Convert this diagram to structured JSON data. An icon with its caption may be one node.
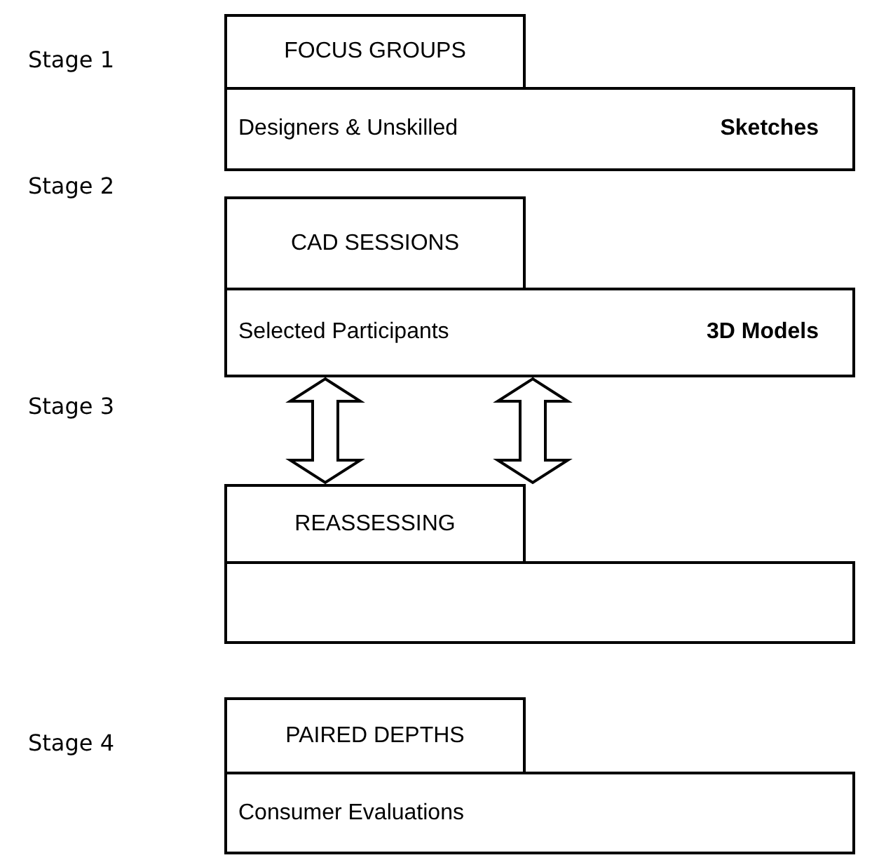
{
  "diagram": {
    "nodes": [
      {
        "text": [
          "FOCUS GROUPS"
        ]
      },
      {
        "text": [
          "Designers & Unskilled",
          "Sketches"
        ]
      },
      {
        "text": [
          "CAD SESSIONS"
        ]
      },
      {
        "text": [
          "Selected Participants",
          "3D Models"
        ]
      },
      {
        "text": [
          "REASSESSING"
        ]
      },
      {
        "text": [],
        "shape": "box"
      },
      {
        "text": [
          "PAIRED DEPTHS"
        ]
      },
      {
        "text": [
          "Consumer Evaluations"
        ]
      }
    ],
    "edges": [
      {
        "from": 3,
        "to": 4,
        "arrow": "both",
        "style": "thick"
      },
      {
        "from": 3,
        "to": 4,
        "arrow": "both",
        "style": "thick"
      }
    ],
    "labels": [
      "Stage 1",
      "Stage 2",
      "Stage 3",
      "Stage 4"
    ]
  }
}
